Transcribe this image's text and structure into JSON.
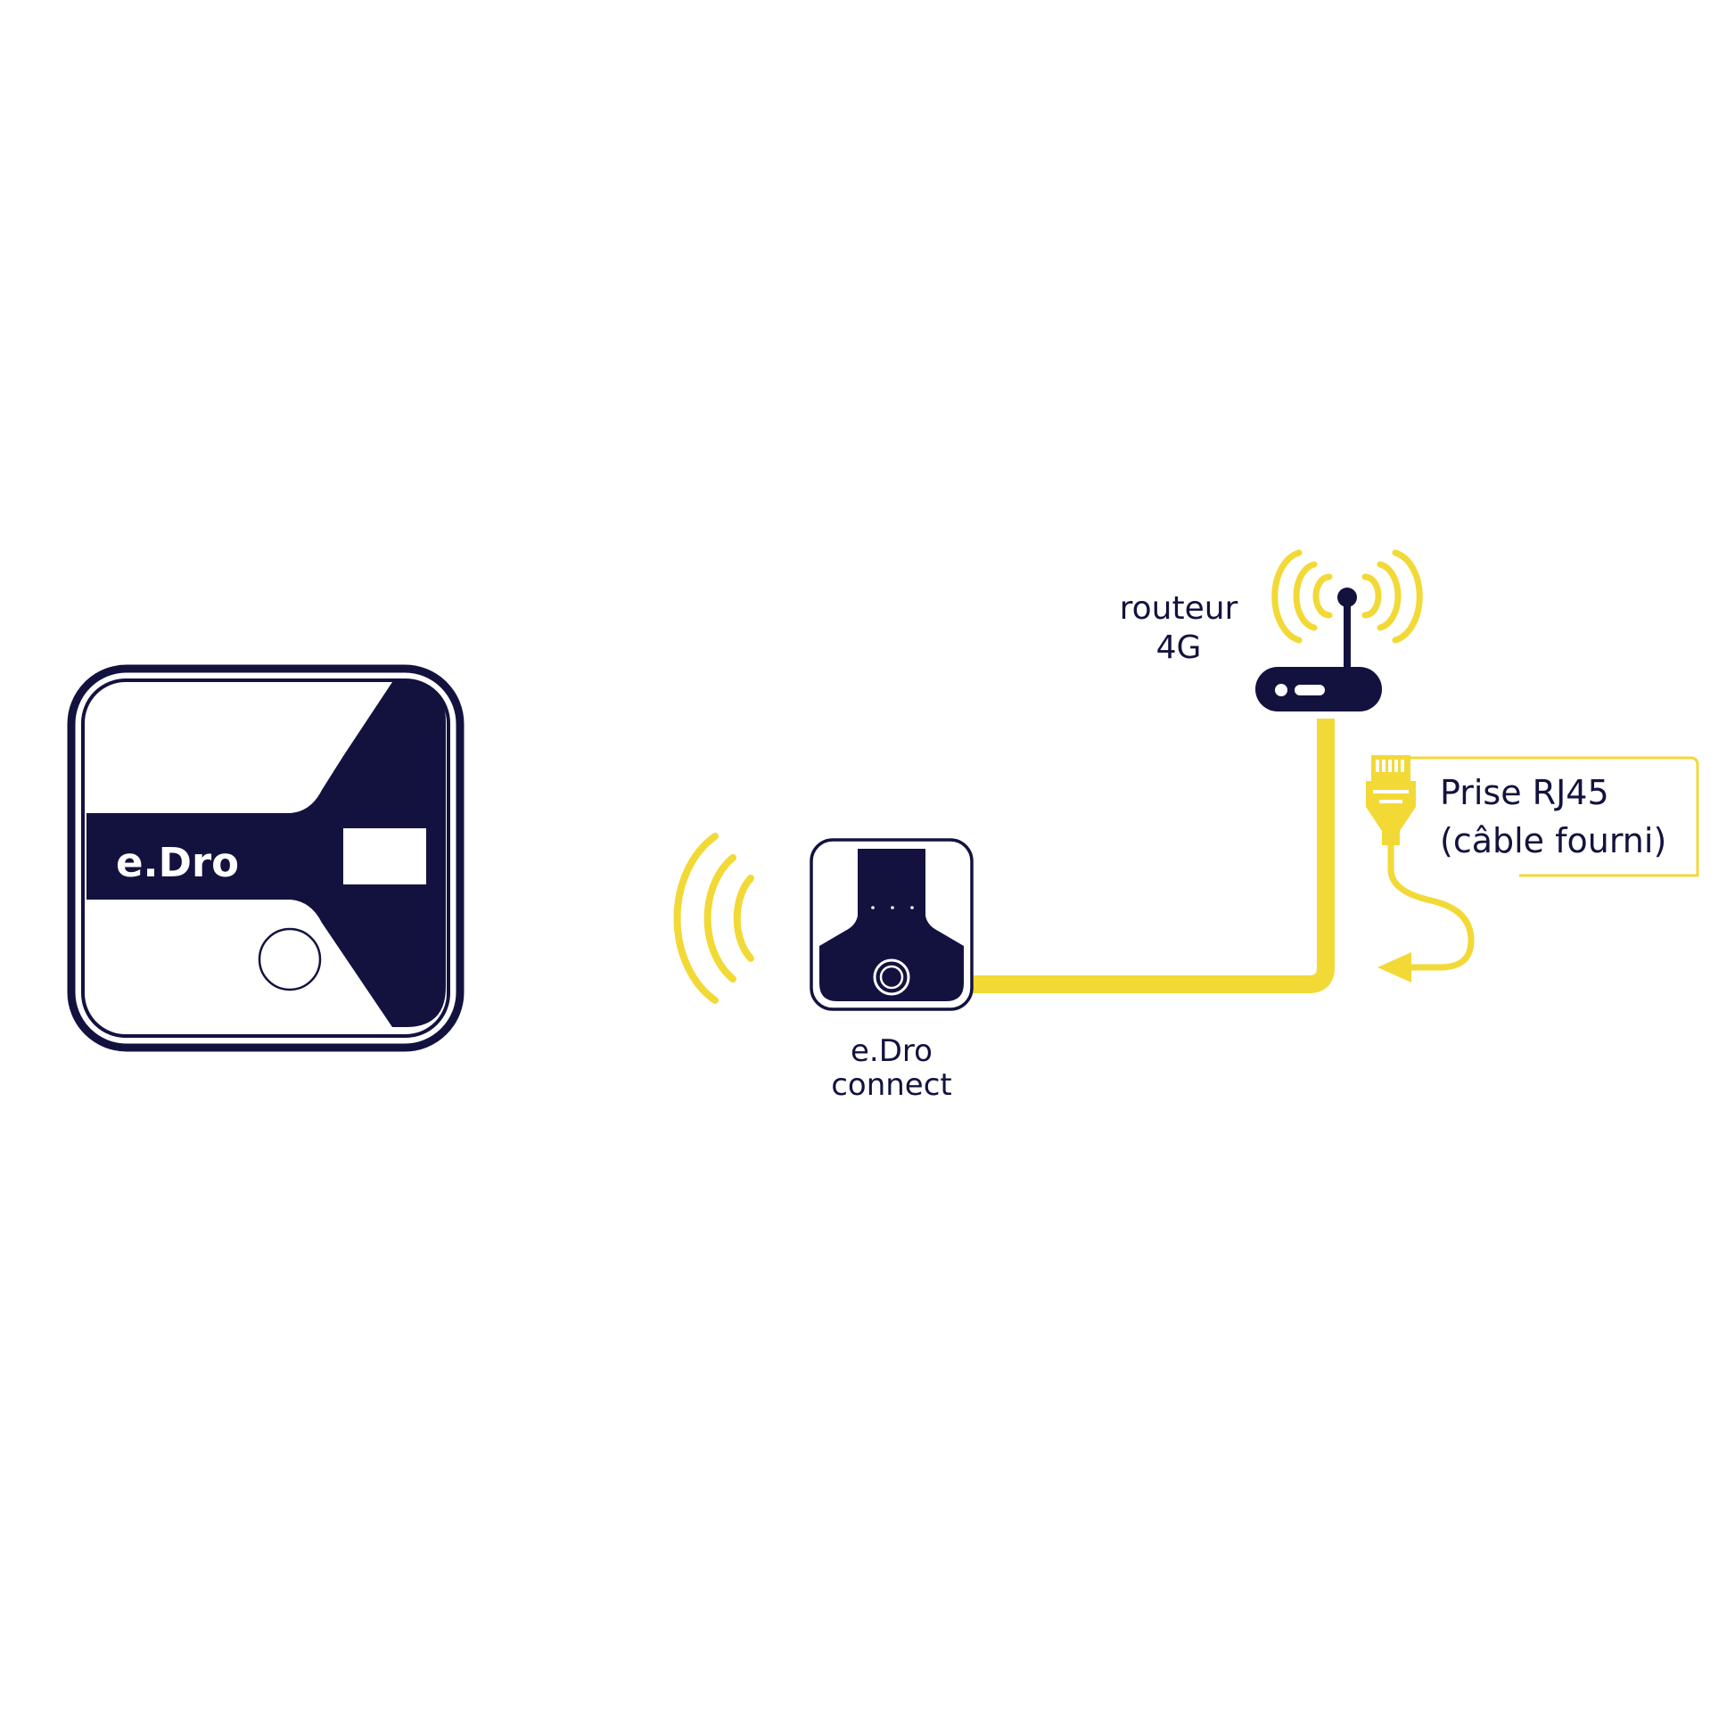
{
  "colors": {
    "navy": "#13123f",
    "yellow": "#f2d936",
    "white": "#ffffff"
  },
  "charger": {
    "logo_text": "e.Dro"
  },
  "connect_box": {
    "label_line1": "e.Dro",
    "label_line2": "connect",
    "icons": [
      "wifi-signal-icon",
      "power-button-icon"
    ]
  },
  "router": {
    "label_line1": "routeur",
    "label_line2": "4G",
    "icons": [
      "router-icon",
      "antenna-signal-icon"
    ]
  },
  "rj45": {
    "label_line1": "Prise RJ45",
    "label_line2": "(câble fourni)",
    "icons": [
      "rj45-plug-icon",
      "curved-arrow-icon"
    ]
  }
}
